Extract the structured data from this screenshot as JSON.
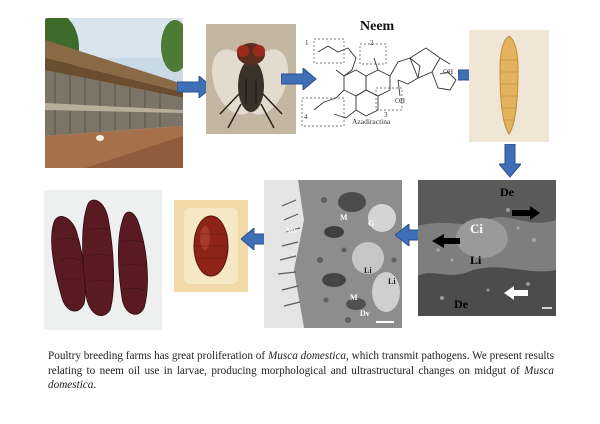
{
  "neem": {
    "title": "Neem",
    "compound": "Azadiractina",
    "region_numbers": [
      "1",
      "2",
      "3",
      "4"
    ],
    "oh_labels": [
      "OH",
      "OH"
    ]
  },
  "tem_labels": {
    "microvilli": "Mv",
    "mitochondria_1": "M",
    "granule": "G",
    "lipid_1": "Li",
    "mitochondria_2": "M",
    "lipid_2": "Li",
    "dv": "Dv"
  },
  "sem_labels": {
    "de_top": "De",
    "ci": "Ci",
    "li": "Li",
    "de_bottom": "De"
  },
  "caption": {
    "part1": "Poultry breeding farms has great proliferation of ",
    "species_1": "Musca domestica,",
    "part2": " which transmit pathogens. We present results relating to neem oil use in larvae, producing morphological and ultrastructural changes on midgut of ",
    "species_2": "Musca domestica",
    "part3": "."
  },
  "colors": {
    "arrow_blue": "#3f6fb8",
    "arrow_outline": "#2c4f8a"
  }
}
